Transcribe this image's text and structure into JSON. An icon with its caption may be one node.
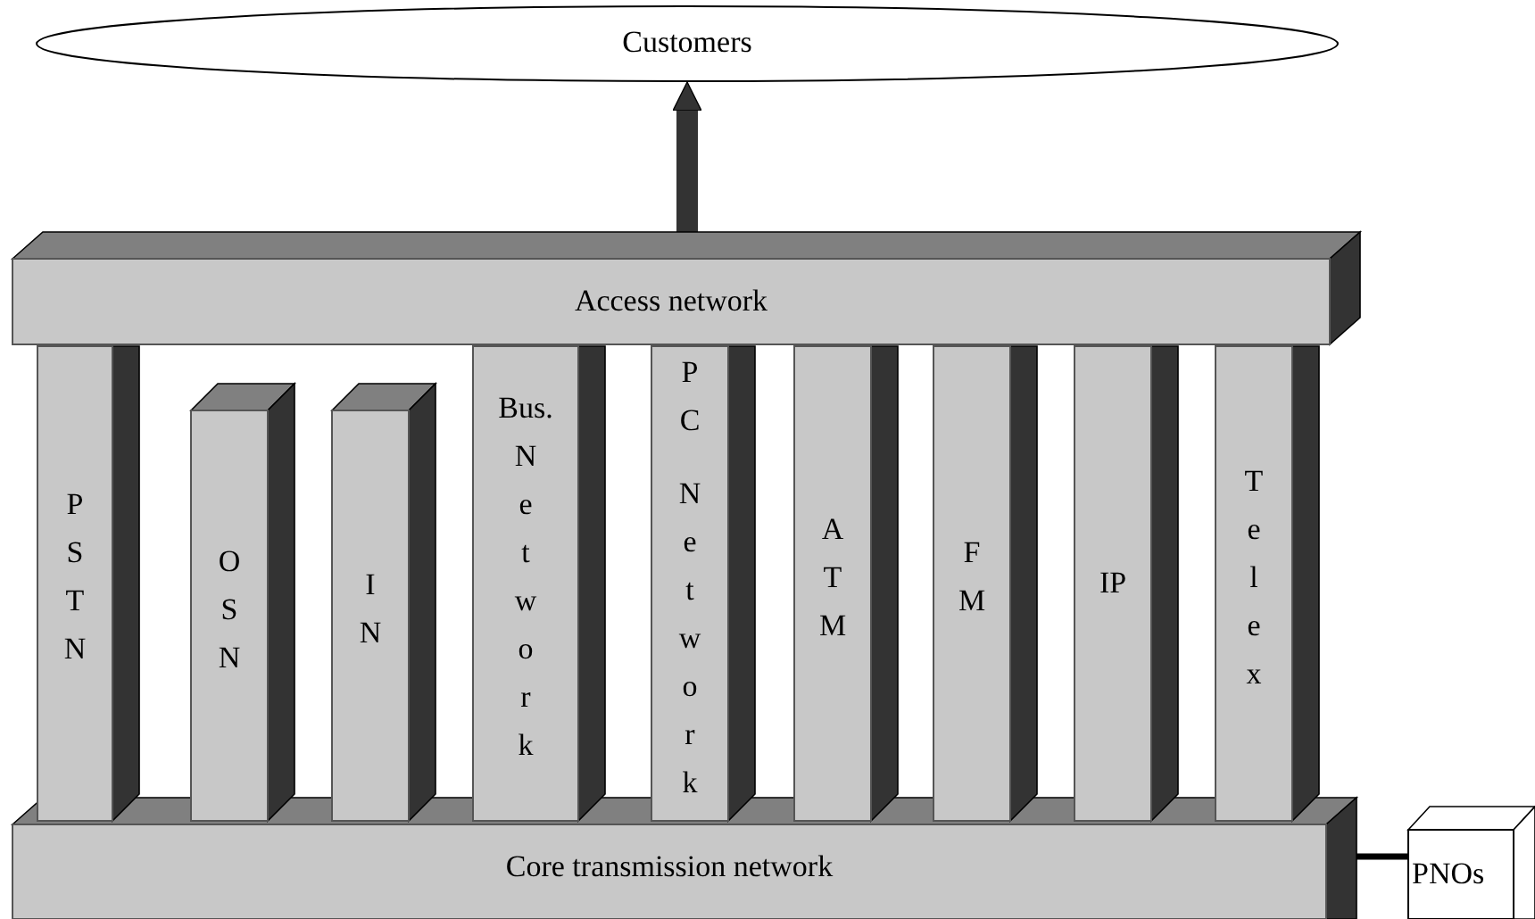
{
  "diagram": {
    "nodes": [
      {
        "text": [
          "Customers"
        ]
      },
      {
        "text": [
          "Access network"
        ]
      },
      {
        "text": [
          "PSTN"
        ]
      },
      {
        "text": [
          "OSN"
        ]
      },
      {
        "text": [
          "IN"
        ]
      },
      {
        "text": [
          "Bus.",
          "Network"
        ]
      },
      {
        "text": [
          "PC",
          "Network"
        ]
      },
      {
        "text": [
          "ATM"
        ]
      },
      {
        "text": [
          "FM"
        ]
      },
      {
        "text": [
          "IP"
        ]
      },
      {
        "text": [
          "Telex"
        ]
      },
      {
        "text": [
          "Core transmission network"
        ]
      },
      {
        "text": [
          "PNOs"
        ]
      }
    ],
    "edges": [
      {
        "from": 1,
        "to": 0,
        "arrow": "to",
        "style": "thick"
      },
      {
        "from": 11,
        "to": 12,
        "arrow": "none"
      }
    ]
  }
}
